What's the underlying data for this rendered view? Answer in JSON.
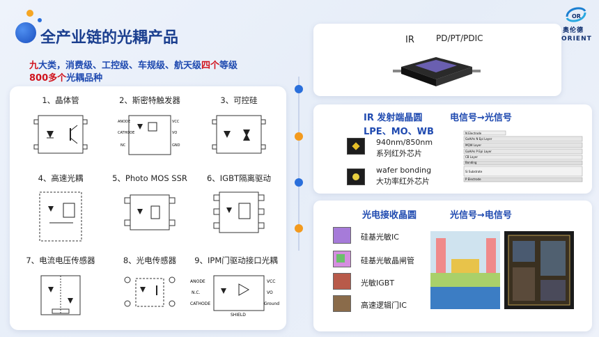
{
  "header": {
    "title": "全产业链的光耦产品",
    "line1": {
      "a": "九",
      "b": "大类，消费级、工控级、车规级、航天级",
      "c": "四个",
      "d": "等级"
    },
    "line2": {
      "a": "800多个",
      "b": "光耦品种"
    }
  },
  "logo": {
    "text": "奥伦德",
    "text2": "ORIENT",
    "small": "OR"
  },
  "products": [
    {
      "label": "1、晶体管"
    },
    {
      "label": "2、斯密特触发器"
    },
    {
      "label": "3、可控硅"
    },
    {
      "label": "4、高速光耦"
    },
    {
      "label": "5、Photo MOS SSR"
    },
    {
      "label": "6、IGBT隔离驱动"
    },
    {
      "label": "7、电流电压传感器"
    },
    {
      "label": "8、光电传感器"
    },
    {
      "label": "9、IPM门驱动接口光耦"
    }
  ],
  "schmitt_pins": {
    "anode": "ANODE",
    "cathode": "CATHODE",
    "nc": "NC",
    "vcc": "VCC",
    "vo": "VO",
    "gnd": "GND"
  },
  "ipm_pins": {
    "anode": "ANODE",
    "nc": "N.C.",
    "cathode": "CATHODE",
    "vcc": "VCC",
    "vo": "VO",
    "ground": "Ground",
    "shield": "SHIELD"
  },
  "package_card": {
    "ir": "IR",
    "pd": "PD/PT/PDIC"
  },
  "emitter_card": {
    "heading": "IR 发射端晶圆",
    "arrow_heading": "电信号→光信号",
    "sub": "LPE、MO、WB",
    "chip1_line1": "940nm/850nm",
    "chip1_line2": "系列红外芯片",
    "chip2_line1": "wafer bonding",
    "chip2_line2": "大功率红外芯片",
    "layers": [
      "N Electrode",
      "GaAlAs N Epi Layer",
      "MQW Layer",
      "GaAlAs P Epi Layer",
      "CB Layer",
      "Bonding",
      "Si Substrate",
      "P Electrode"
    ]
  },
  "receiver_card": {
    "heading": "光电接收晶圆",
    "arrow_heading": "光信号→电信号",
    "items": [
      "硅基光敏IC",
      "硅基光敏晶闸管",
      "光敏IGBT",
      "高速逻辑门IC"
    ]
  },
  "colors": {
    "accent": "#1f4ab0",
    "red": "#d0141e",
    "orange": "#f39a1e",
    "blue_dot": "#2a6fdb"
  }
}
